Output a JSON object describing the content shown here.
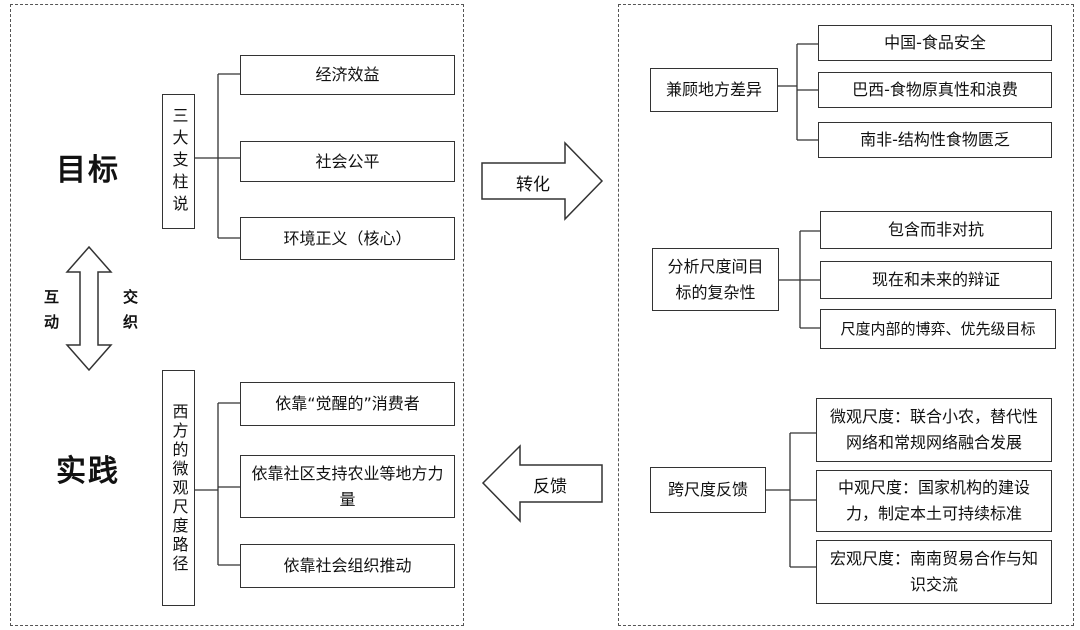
{
  "left": {
    "goal_title": "目标",
    "practice_title": "实践",
    "interaction_left": "互动",
    "interaction_right": "交织",
    "pillars_label": "三大支柱说",
    "pillars": [
      "经济效益",
      "社会公平",
      "环境正义（核心）"
    ],
    "micro_label": "西方的微观尺度路径",
    "micro": [
      "依靠“觉醒的”消费者",
      "依靠社区支持农业等地方力量",
      "依靠社会组织推动"
    ]
  },
  "arrows": {
    "transform": "转化",
    "feedback": "反馈"
  },
  "right": {
    "groups": [
      {
        "label": "兼顾地方差异",
        "items": [
          "中国-食品安全",
          "巴西-食物原真性和浪费",
          "南非-结构性食物匮乏"
        ]
      },
      {
        "label": "分析尺度间目标的复杂性",
        "items": [
          "包含而非对抗",
          "现在和未来的辩证",
          "尺度内部的博弈、优先级目标"
        ]
      },
      {
        "label": "跨尺度反馈",
        "items": [
          "微观尺度：联合小农，替代性网络和常规网络融合发展",
          "中观尺度：国家机构的建设力，制定本土可持续标准",
          "宏观尺度：南南贸易合作与知识交流"
        ]
      }
    ]
  }
}
